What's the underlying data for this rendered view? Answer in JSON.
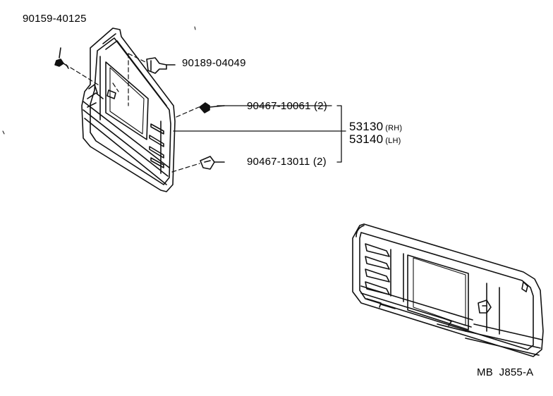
{
  "callouts": {
    "screw": "90159-40125",
    "clip": "90189-04049",
    "clip_upper": "90467-10061 (2)",
    "clip_lower": "90467-13011 (2)"
  },
  "assembly": {
    "rh_number": "53130",
    "rh_side": "(RH)",
    "lh_number": "53140",
    "lh_side": "(LH)"
  },
  "footer": {
    "code": "MB  J855-A"
  }
}
